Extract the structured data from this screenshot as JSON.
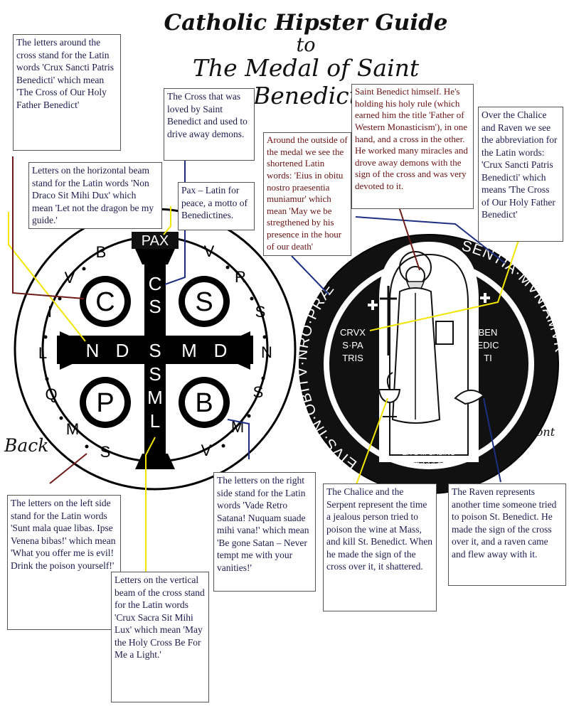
{
  "title": {
    "line1": "Catholic Hipster Guide",
    "line2": "to",
    "line3": "The Medal of Saint Benedict"
  },
  "labels": {
    "back": "Back",
    "front": "Front"
  },
  "notes": {
    "csspb": "The letters around the cross stand for the Latin words 'Crux Sancti Patris Benedicti' which mean 'The Cross of Our Holy Father Benedict'",
    "cross": "The Cross that was loved by Saint Benedict and used to drive away demons.",
    "horizontal": "Letters on the horizontal beam stand for the Latin words 'Non Draco Sit Mihi Dux' which mean 'Let not the dragon be my guide.'",
    "pax": "Pax – Latin for peace, a motto of Benedictines.",
    "outside": "Around the outside of the medal we see the shortened Latin words: 'Eius in obitu nostro praesentia muniamur' which mean 'May we be stregthened by his presence in the hour of our death'",
    "benedict": "Saint Benedict himself. He's holding his holy rule (which earned him the title 'Father of Western Monasticism'), in one hand, and a cross in the other. He worked many miracles and drove away demons with the sign of the cross and was very devoted to it.",
    "chalice_raven": "Over the Chalice and Raven we see the abbreviation for the Latin words: 'Crux Sancti Patris Benedicti' which means 'The Cross of Our Holy Father Benedict'",
    "left_side": "The letters on the left side stand for the Latin words 'Sunt mala quae libas. Ipse Venena bibas!' which mean 'What you offer me is evil! Drink the poison yourself!'",
    "vertical": "Letters on the vertical beam of the cross stand for the Latin words 'Crux Sacra Sit Mihi Lux' which mean 'May the Holy Cross Be For Me a Light.'",
    "right_side": "The letters on the right side stand for the Latin words 'Vade Retro Satana! Nuquam suade mihi vana!' which mean 'Be gone Satan – Never tempt me with your vanities!'",
    "chalice": "The Chalice and the Serpent represent the time a jealous person tried to poison the wine at Mass, and kill St. Benedict. When he made the sign of the cross over it, it shattered.",
    "raven": "The Raven represents another time someone tried to poison St. Benedict. He made the sign of the cross over it, and a raven came and flew away with it."
  },
  "back_medal": {
    "pax": "PAX",
    "quadrants": [
      "C",
      "S",
      "P",
      "B"
    ],
    "vertical_letters": [
      "C",
      "S",
      "S",
      "M",
      "L"
    ],
    "horizontal_letters": [
      "N",
      "D",
      "S",
      "M",
      "D"
    ],
    "ring_letters": [
      "V",
      "R",
      "S",
      "N",
      "S",
      "M",
      "V",
      "S",
      "M",
      "Q",
      "L",
      "I",
      "V",
      "B"
    ]
  },
  "front_medal": {
    "ring_left": "EIVS·IN·OBITV·NRO·PRÆ",
    "ring_right": "SENTIA·MVNIAMVR",
    "crux_left": [
      "CRVX",
      "S·PA",
      "TRIS"
    ],
    "ben_right": [
      "BEN",
      "EDIC",
      "TI"
    ],
    "bottom": [
      "EX S M CASINO",
      "MDCCCLXXX"
    ]
  },
  "colors": {
    "note_text": "#1b1b4e",
    "note_red": "#6b1212",
    "line_yellow": "#f2e600",
    "line_navy": "#1c2f80",
    "line_maroon": "#6e1a16"
  }
}
